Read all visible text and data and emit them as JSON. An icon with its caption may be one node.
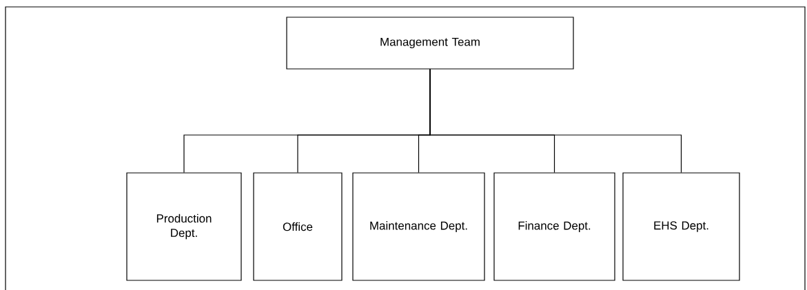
{
  "diagram": {
    "nodes": [
      {
        "text": [
          "Management Team"
        ]
      },
      {
        "text": [
          "Production Dept."
        ]
      },
      {
        "text": [
          "Office"
        ]
      },
      {
        "text": [
          "Maintenance Dept."
        ]
      },
      {
        "text": [
          "Finance Dept."
        ]
      },
      {
        "text": [
          "EHS Dept."
        ]
      }
    ],
    "edges": [
      {
        "from": 0,
        "to": 1,
        "arrow": "none"
      },
      {
        "from": 0,
        "to": 2,
        "arrow": "none"
      },
      {
        "from": 0,
        "to": 3,
        "arrow": "none"
      },
      {
        "from": 0,
        "to": 4,
        "arrow": "none"
      },
      {
        "from": 0,
        "to": 5,
        "arrow": "none"
      }
    ]
  }
}
